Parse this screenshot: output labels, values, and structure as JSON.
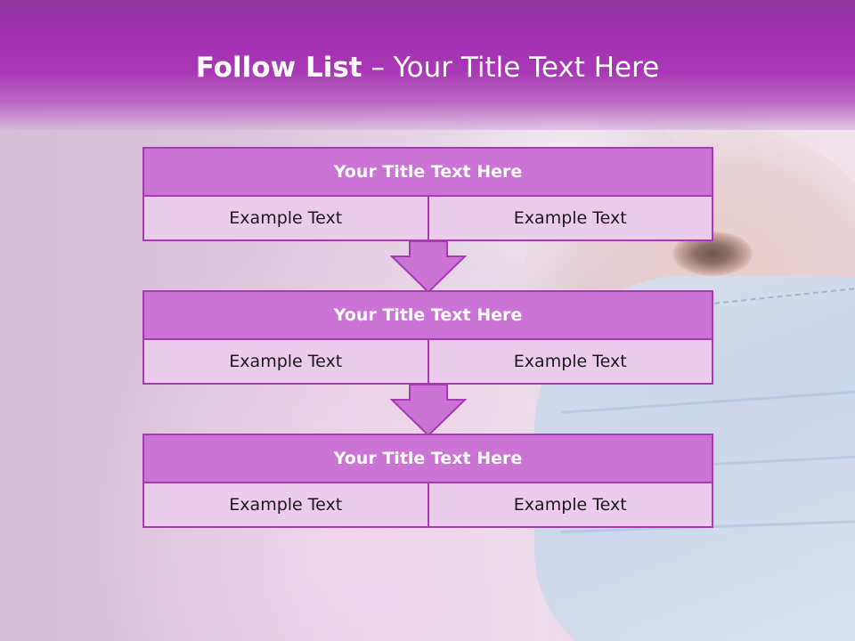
{
  "header": {
    "title_bold": "Follow List",
    "title_regular": " – Your Title Text Here"
  },
  "steps": [
    {
      "title": "Your Title Text Here",
      "left": "Example Text",
      "right": "Example Text"
    },
    {
      "title": "Your Title Text Here",
      "left": "Example Text",
      "right": "Example Text"
    },
    {
      "title": "Your Title Text Here",
      "left": "Example Text",
      "right": "Example Text"
    }
  ],
  "colors": {
    "header": "#a22fb2",
    "block_title_fill": "#cc73d6",
    "block_cell_fill": "#eccbec",
    "border": "#a63ab3",
    "arrow_fill": "#cc73d6"
  },
  "icons": {
    "arrow": "down-arrow-icon"
  }
}
